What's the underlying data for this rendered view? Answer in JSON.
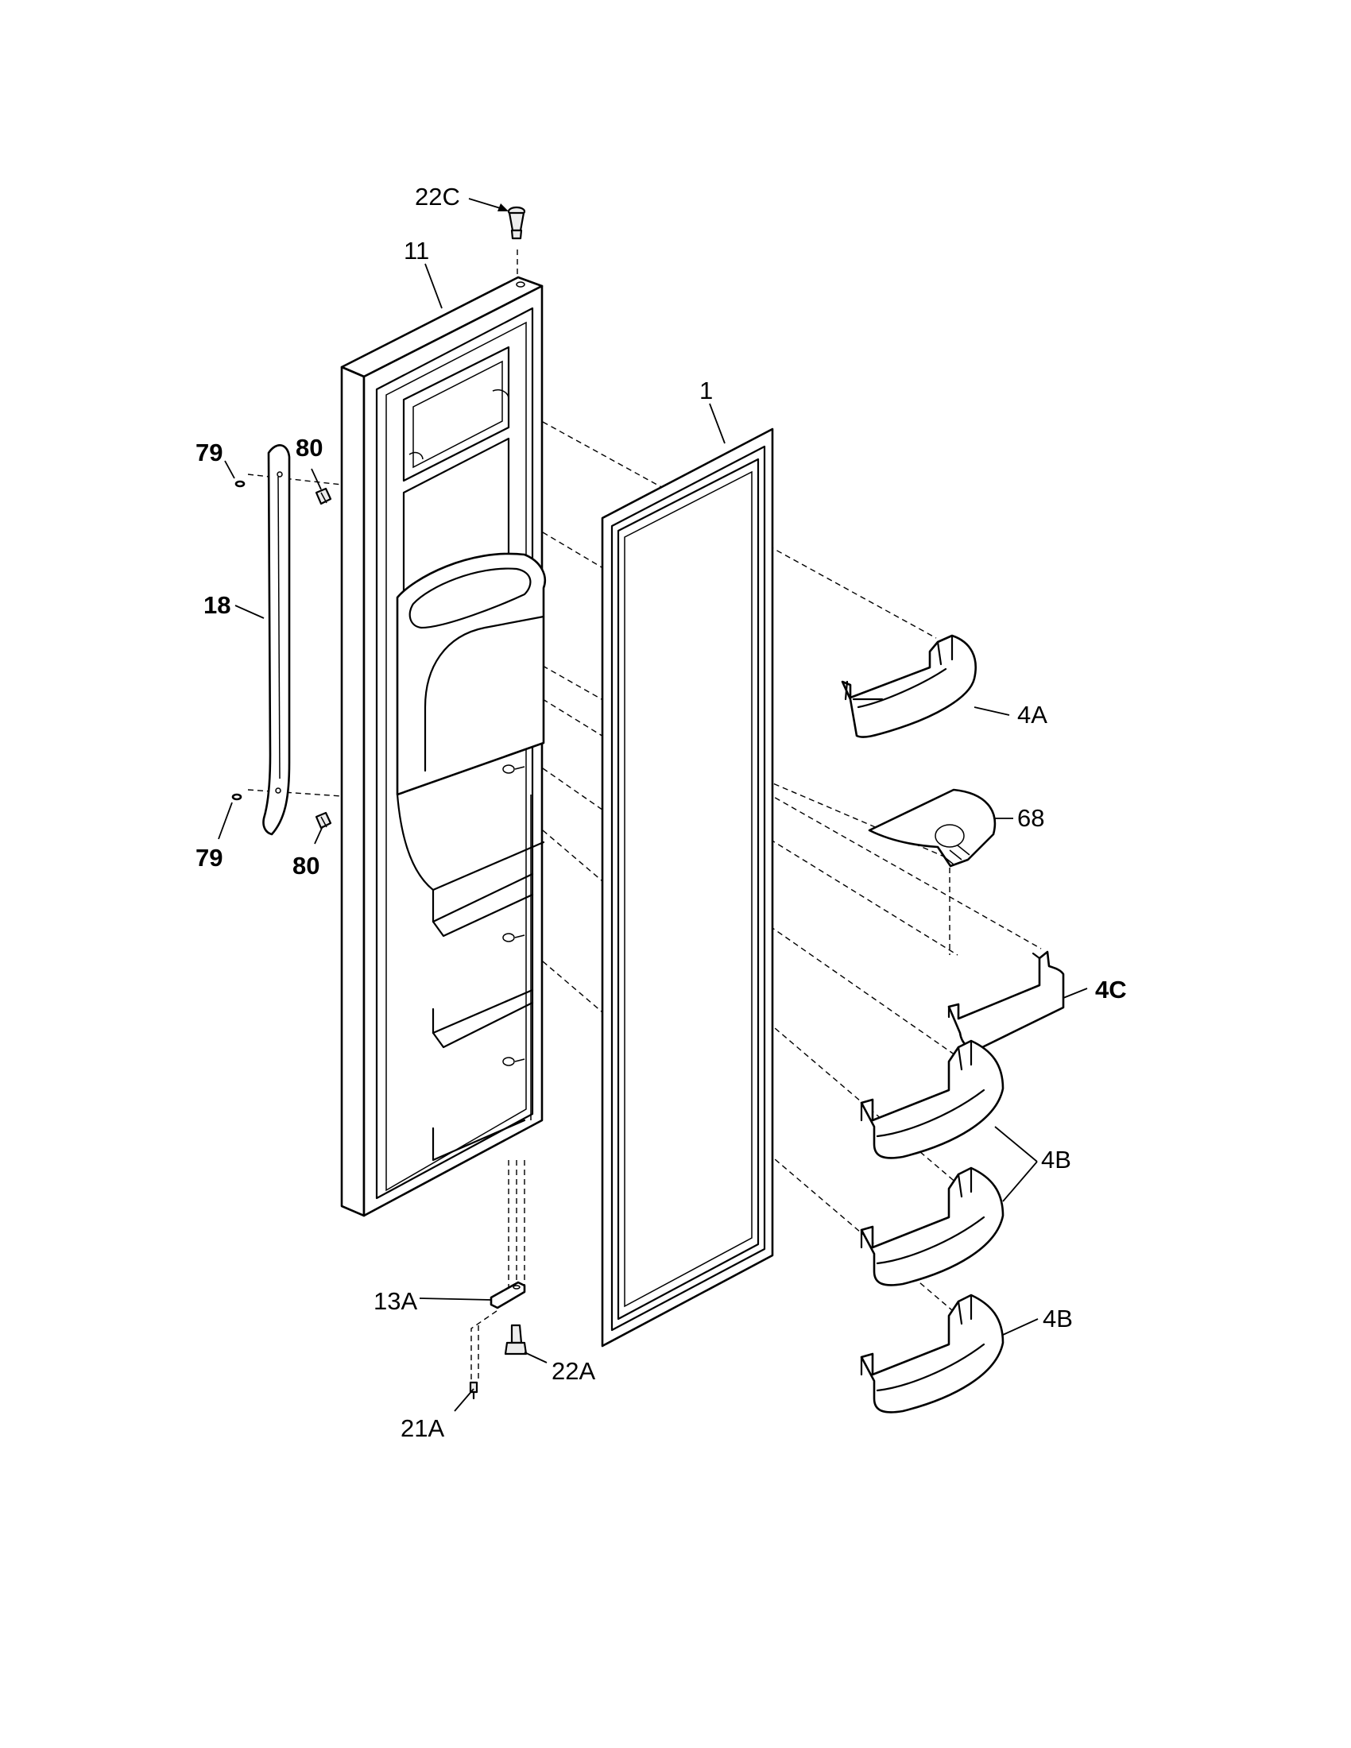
{
  "callouts": [
    {
      "id": "22C",
      "label": "22C",
      "bold": false
    },
    {
      "id": "11",
      "label": "11",
      "bold": false
    },
    {
      "id": "1",
      "label": "1",
      "bold": false
    },
    {
      "id": "79-top",
      "label": "79",
      "bold": true
    },
    {
      "id": "80-top",
      "label": "80",
      "bold": true
    },
    {
      "id": "18",
      "label": "18",
      "bold": true
    },
    {
      "id": "79-bottom",
      "label": "79",
      "bold": true
    },
    {
      "id": "80-bottom",
      "label": "80",
      "bold": true
    },
    {
      "id": "4A",
      "label": "4A",
      "bold": false
    },
    {
      "id": "68",
      "label": "68",
      "bold": false
    },
    {
      "id": "4C",
      "label": "4C",
      "bold": true
    },
    {
      "id": "4B-pair",
      "label": "4B",
      "bold": false
    },
    {
      "id": "4B-single",
      "label": "4B",
      "bold": false
    },
    {
      "id": "13A",
      "label": "13A",
      "bold": false
    },
    {
      "id": "22A",
      "label": "22A",
      "bold": false
    },
    {
      "id": "21A",
      "label": "21A",
      "bold": false
    }
  ]
}
